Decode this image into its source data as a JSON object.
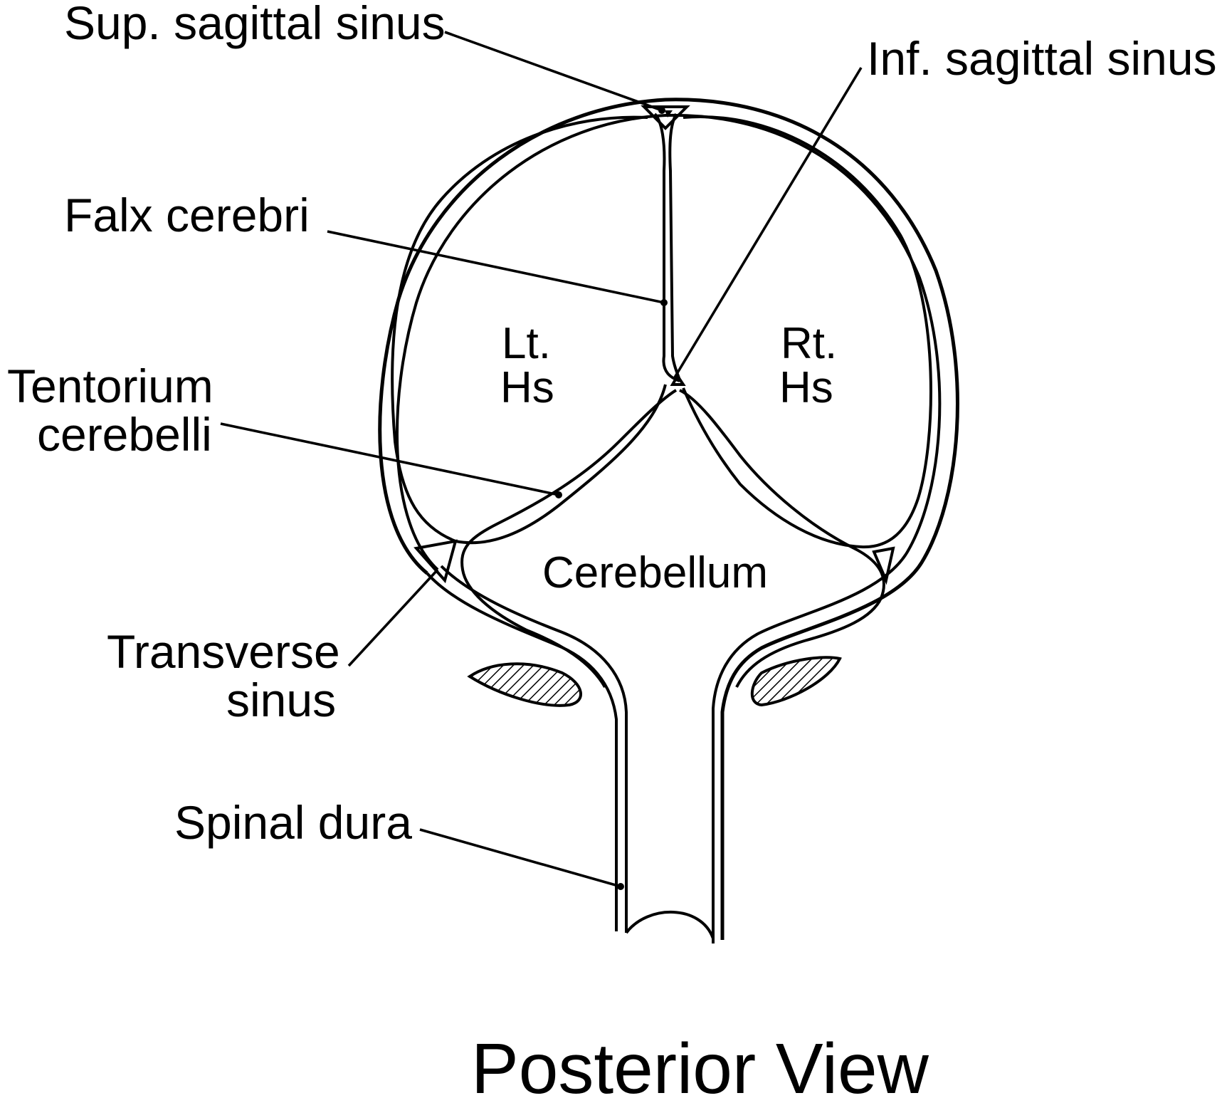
{
  "diagram": {
    "labels": {
      "sup_sagittal_sinus": "Sup. sagittal sinus",
      "inf_sagittal_sinus": "Inf. sagittal sinus",
      "falx_cerebri": "Falx cerebri",
      "tentorium_line1": "Tentorium",
      "tentorium_line2": "cerebelli",
      "transverse_line1": "Transverse",
      "transverse_line2": "sinus",
      "spinal_dura": "Spinal dura"
    },
    "regions": {
      "left_line1": "Lt.",
      "left_line2": "Hs",
      "right_line1": "Rt.",
      "right_line2": "Hs",
      "cerebellum": "Cerebellum"
    },
    "title": "Posterior View"
  }
}
